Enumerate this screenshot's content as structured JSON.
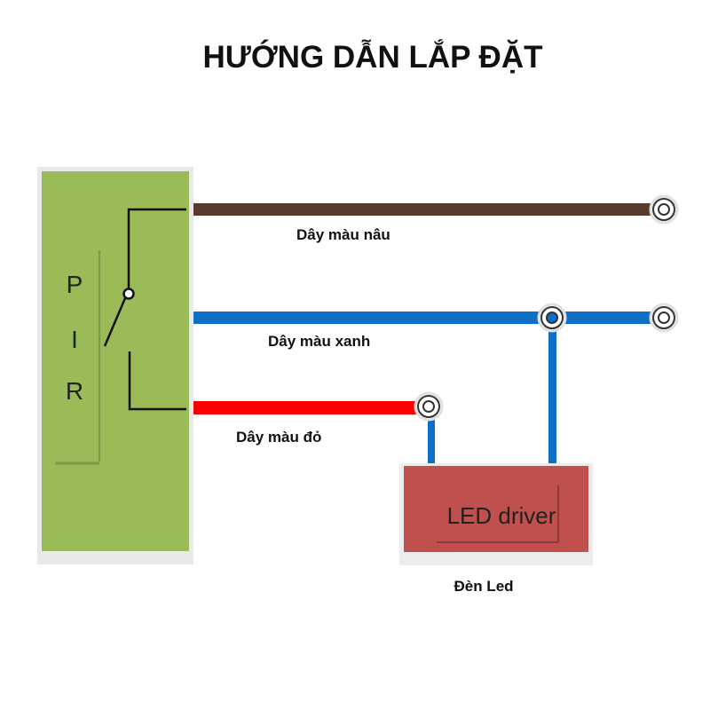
{
  "title": "HƯỚNG DẪN LẮP ĐẶT",
  "pir": {
    "letters": [
      "P",
      "I",
      "R"
    ],
    "color": "#9bbb59"
  },
  "wires": {
    "brown": {
      "label": "Dây màu nâu",
      "color": "#5b3a2e"
    },
    "blue": {
      "label": "Dây màu xanh",
      "color": "#0f6fc6"
    },
    "red": {
      "label": "Dây màu đỏ",
      "color": "#ff0000"
    }
  },
  "driver": {
    "label": "LED driver",
    "caption": "Đèn Led",
    "color": "#c0504d"
  }
}
